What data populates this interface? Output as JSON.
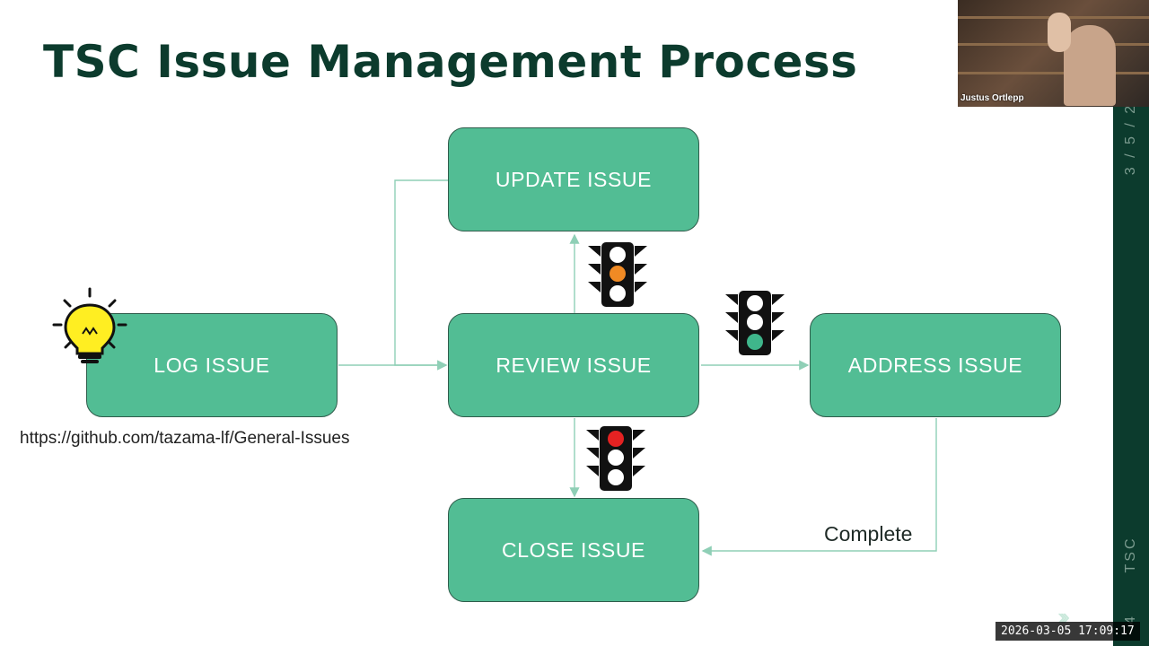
{
  "slide": {
    "title": "TSC Issue Management Process",
    "boxes": {
      "update": "UPDATE ISSUE",
      "log": "LOG ISSUE",
      "review": "REVIEW ISSUE",
      "address": "ADDRESS ISSUE",
      "close": "CLOSE ISSUE"
    },
    "url": "https://github.com/tazama-lf/General-Issues",
    "complete_label": "Complete",
    "sidebar": {
      "number": "3/5/2",
      "label": "TSC",
      "page": "4"
    },
    "icons": [
      "lightbulb-icon",
      "traffic-light-amber-icon",
      "traffic-light-green-icon",
      "traffic-light-red-icon"
    ],
    "colors": {
      "title": "#0c3b2d",
      "box_fill": "#52bd94",
      "sidebar": "#0c3b2d",
      "connector": "#8fcfb6"
    }
  },
  "video_tile": {
    "participant_name": "Justus Ortlepp"
  },
  "timestamp": "2026-03-05 17:09:17"
}
